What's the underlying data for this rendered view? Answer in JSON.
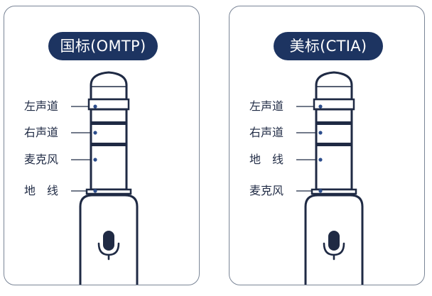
{
  "panels": [
    {
      "title": "国标(OMTP)",
      "labels": [
        "左声道",
        "右声道",
        "麦克风",
        "地　线"
      ]
    },
    {
      "title": "美标(CTIA)",
      "labels": [
        "左声道",
        "右声道",
        "地　线",
        "麦克风"
      ]
    }
  ],
  "colors": {
    "pill": "#1d3461",
    "outline": "#1f2a44",
    "dot": "#2c4d8c",
    "border": "#7a8596"
  },
  "icons": [
    "microphone-icon"
  ]
}
